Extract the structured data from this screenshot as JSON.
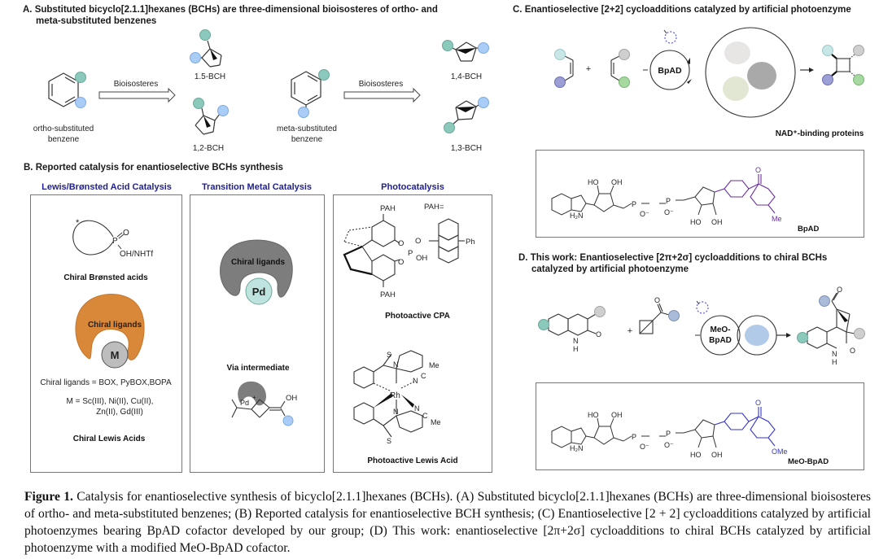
{
  "colors": {
    "teal": "#8cc9bd",
    "blue": "#a9cdf6",
    "light_teal": "#c8e6e6",
    "indigo": "#9b9fd6",
    "gray": "#cfcfcf",
    "green": "#a6d9a0",
    "steel": "#a9bbd8",
    "orange": "#d9883a",
    "ligand_gray": "#7d7d7d",
    "pd_teal": "#bfe3df",
    "purple": "#6b2fa0",
    "bluecof": "#3434c8",
    "subtitle_blue": "#1f1f8f"
  },
  "panelA": {
    "title_line1": "A. Substituted bicyclo[2.1.1]hexanes (BCHs) are three-dimensional bioisosteres of ortho- and",
    "title_line2": "meta-substituted benzenes",
    "ortho_label_1": "ortho-substituted",
    "ortho_label_2": "benzene",
    "meta_label_1": "meta-substituted",
    "meta_label_2": "benzene",
    "arrow_label_1": "Bioisosteres",
    "arrow_label_2": "Bioisosteres",
    "bch_15": "1.5-BCH",
    "bch_12": "1,2-BCH",
    "bch_14": "1,4-BCH",
    "bch_13": "1,3-BCH"
  },
  "panelB": {
    "title": "B. Reported catalysis for enantioselective BCHs synthesis",
    "col1": {
      "heading": "Lewis/Brønsted Acid Catalysis",
      "star": "*",
      "p_label": "P",
      "o_label": "O",
      "acid_group": "OH/NHTf",
      "bronsted_label": "Chiral Brønsted acids",
      "ligand_text": "Chiral ligands",
      "metal": "M",
      "ligands_line": "Chiral ligands = BOX, PyBOX,BOPA",
      "metals_line1": "M =  Sc(III), Ni(II), Cu(II),",
      "metals_line2": "Zn(II), Gd(III)",
      "lewis_label": "Chiral Lewis Acids"
    },
    "col2": {
      "heading": "Transition Metal Catalysis",
      "ligand_text": "Chiral ligands",
      "metal": "Pd",
      "intermediate_label": "Via intermediate",
      "pd_small": "Pd",
      "plus": "+",
      "oh": "OH"
    },
    "col3": {
      "heading": "Photocatalysis",
      "pah_top": "PAH",
      "pah_bottom": "PAH",
      "pah_def": "PAH=",
      "ph": "Ph",
      "o1": "O",
      "o2": "O",
      "o3": "O",
      "p": "P",
      "oh": "OH",
      "cpa_label": "Photoactive CPA",
      "rh": "Rh",
      "s": "S",
      "n": "N",
      "c": "C",
      "me": "Me",
      "lewis_label": "Photoactive Lewis Acid"
    }
  },
  "panelC": {
    "title": "C. Enantioselective [2+2] cycloadditions catalyzed by artificial photoenzyme",
    "plus": "+",
    "cofactor": "BpAD",
    "protein_label": "NAD⁺-binding proteins",
    "structure_label": "BpAD",
    "substituent": "Me"
  },
  "panelD": {
    "title_line1": "D. This work: Enantioselective [2π+2σ] cycloadditions to chiral BCHs",
    "title_line2": "catalyzed by artificial photoenzyme",
    "plus": "+",
    "cofactor_line1": "MeO-",
    "cofactor_line2": "BpAD",
    "structure_label": "MeO-BpAD",
    "substituent": "OMe",
    "nh_n": "N",
    "nh_h": "H",
    "o": "O"
  },
  "cofactor_structure": {
    "h2n": "H₂N",
    "n": "N",
    "ho": "HO",
    "oh": "OH",
    "o": "O",
    "p": "P",
    "o_minus": "O⁻"
  },
  "caption": {
    "bold": "Figure 1.",
    "text": " Catalysis for enantioselective synthesis of bicyclo[2.1.1]hexanes (BCHs). (A) Substituted bicyclo[2.1.1]hexanes (BCHs) are three-dimensional bioisosteres of ortho- and meta-substituted benzenes; (B) Reported catalysis for enantioselective BCH synthesis; (C) Enantioselective [2 + 2] cycloadditions catalyzed by artificial photoenzymes bearing BpAD cofactor developed by our group; (D) This work: enantioselective [2π+2σ] cycloadditions to chiral BCHs catalyzed by artificial photoenzyme with a modified MeO-BpAD cofactor."
  }
}
